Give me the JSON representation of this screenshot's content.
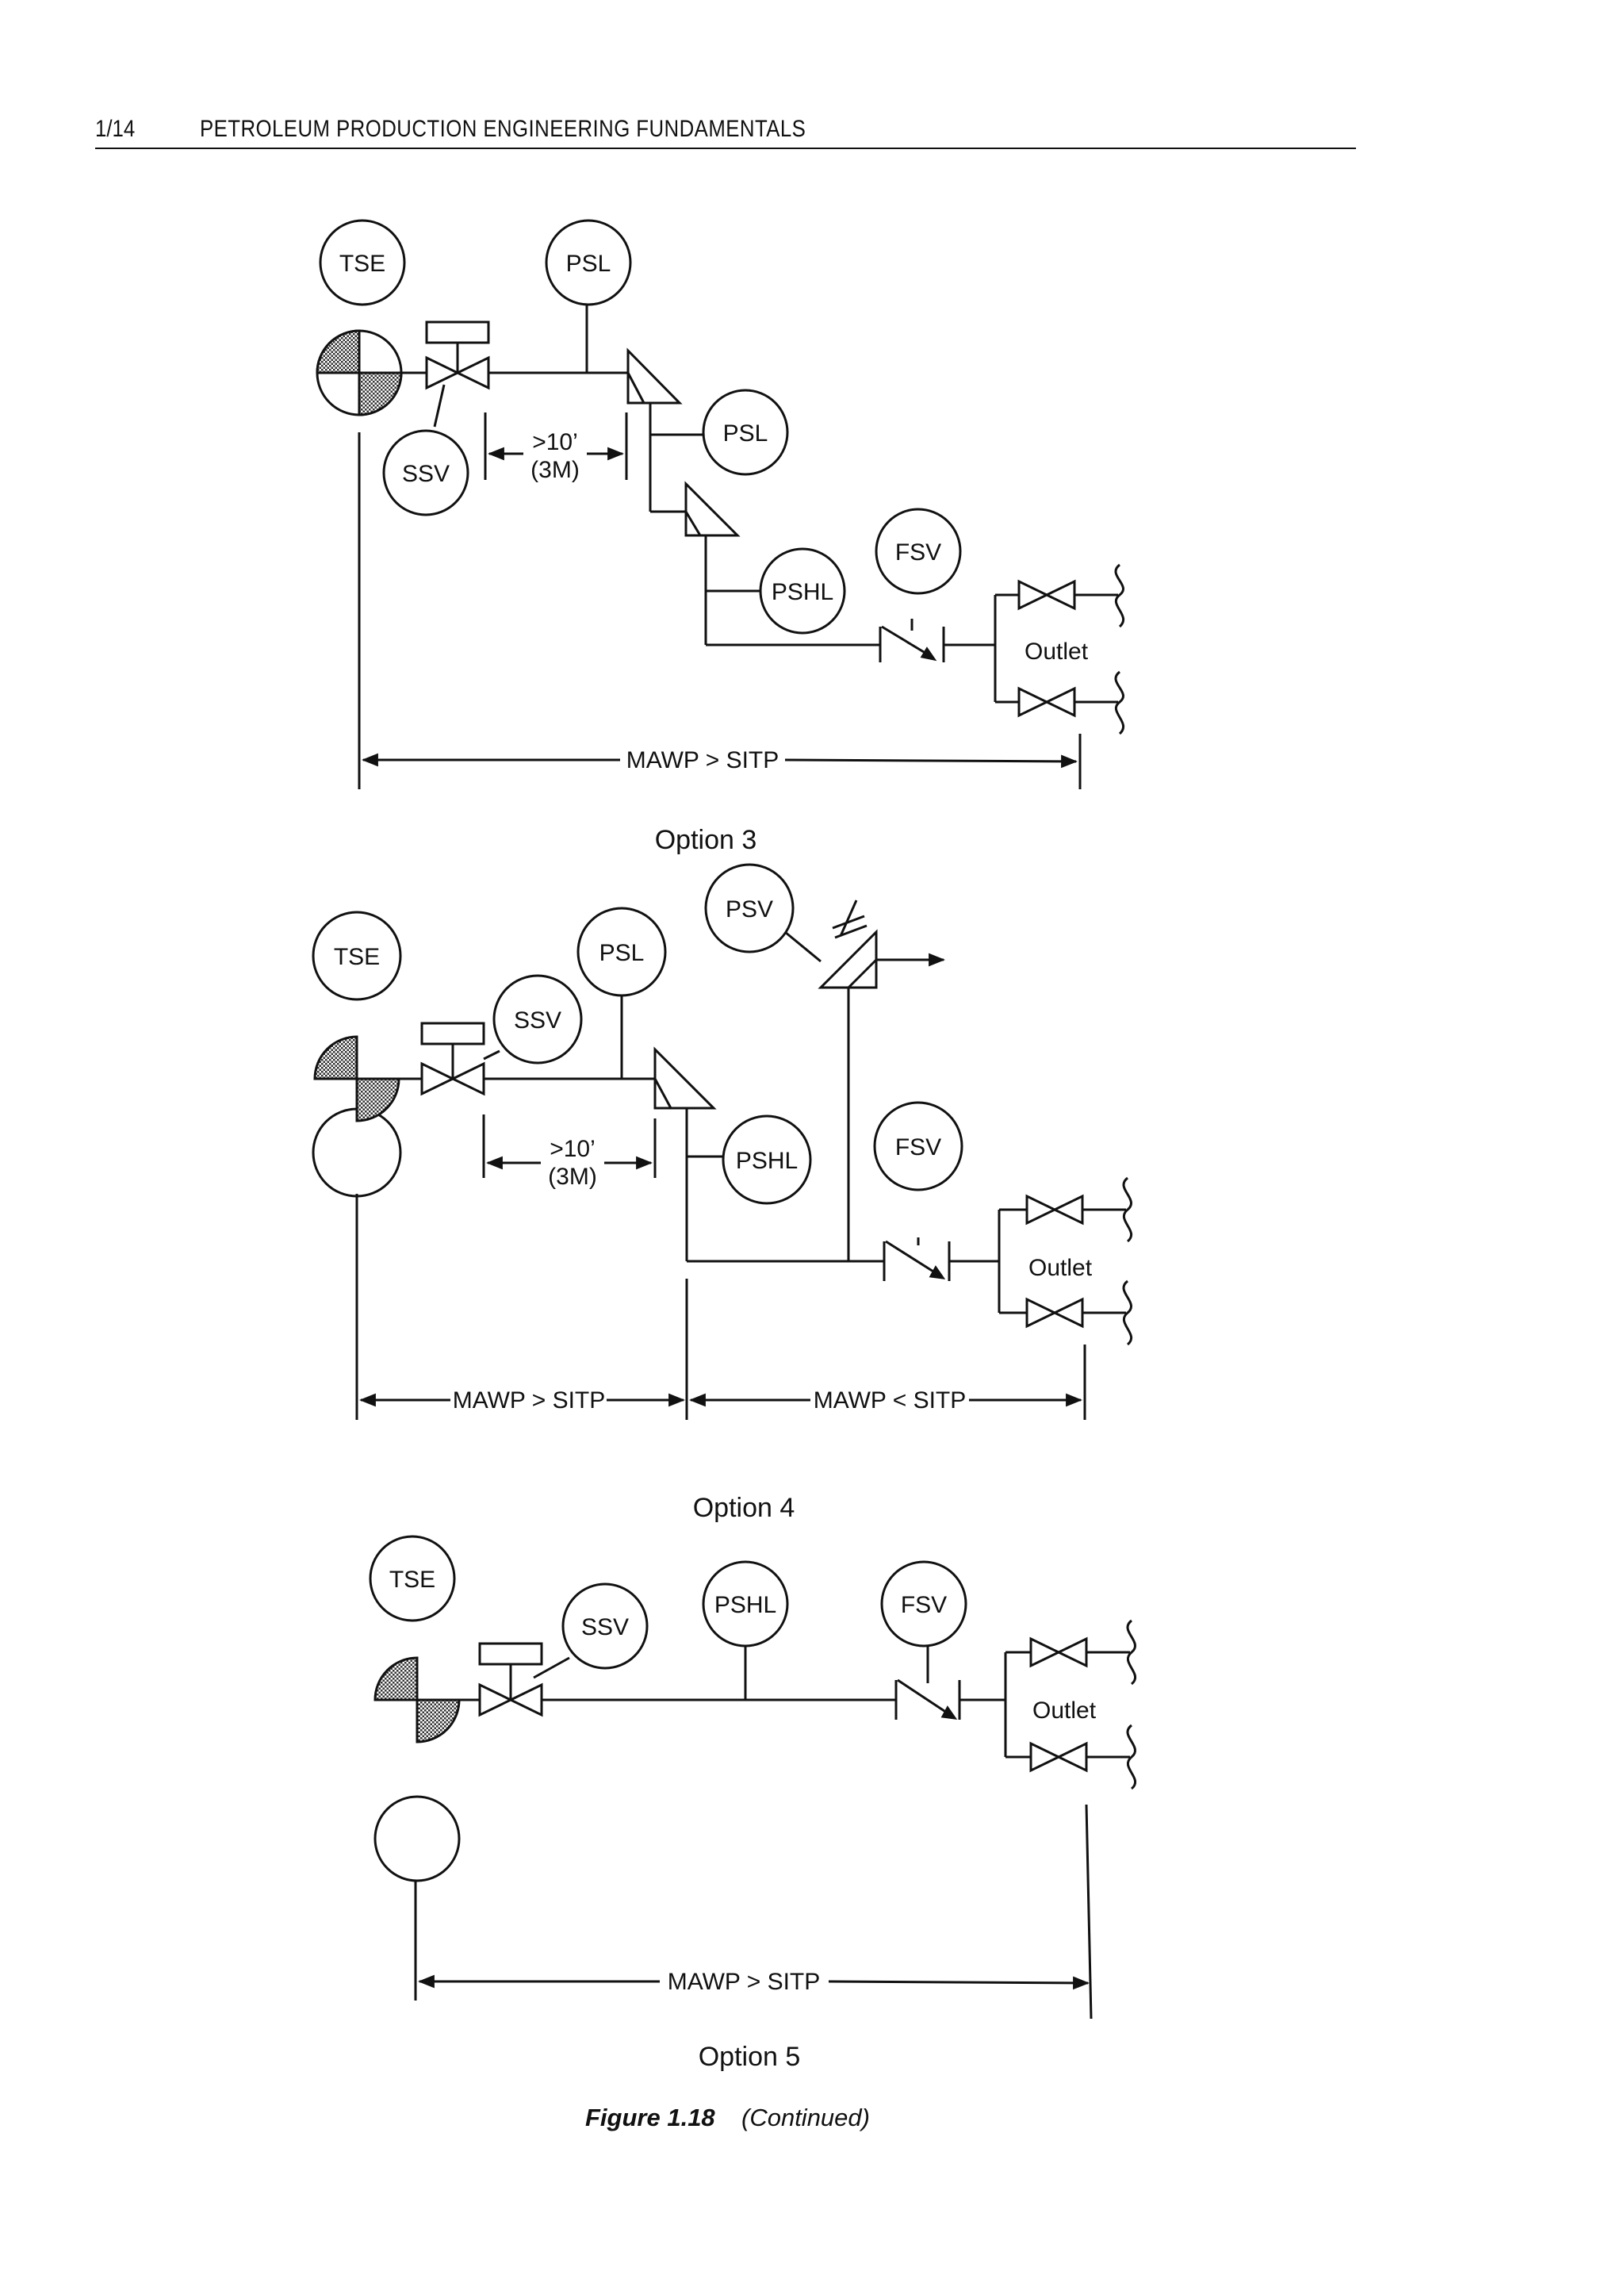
{
  "header": {
    "page_number": "1/14",
    "book_title": "PETROLEUM PRODUCTION ENGINEERING FUNDAMENTALS"
  },
  "options": [
    {
      "caption": "Option 3",
      "labels": {
        "tse": "TSE",
        "psl_top": "PSL",
        "ssv": "SSV",
        "psl_mid": "PSL",
        "pshl": "PSHL",
        "fsv": "FSV",
        "outlet": "Outlet"
      },
      "distance": {
        "value": ">10’",
        "metric": "(3M)"
      },
      "spans": [
        "MAWP > SITP"
      ]
    },
    {
      "caption": "Option 4",
      "labels": {
        "tse": "TSE",
        "psl": "PSL",
        "ssv": "SSV",
        "psv": "PSV",
        "pshl": "PSHL",
        "fsv": "FSV",
        "outlet": "Outlet"
      },
      "distance": {
        "value": ">10’",
        "metric": "(3M)"
      },
      "spans": [
        "MAWP > SITP",
        "MAWP < SITP"
      ]
    },
    {
      "caption": "Option 5",
      "labels": {
        "tse": "TSE",
        "ssv": "SSV",
        "pshl": "PSHL",
        "fsv": "FSV",
        "outlet": "Outlet"
      },
      "spans": [
        "MAWP > SITP"
      ]
    }
  ],
  "figure": {
    "number": "Figure 1.18",
    "note": "(Continued)"
  }
}
